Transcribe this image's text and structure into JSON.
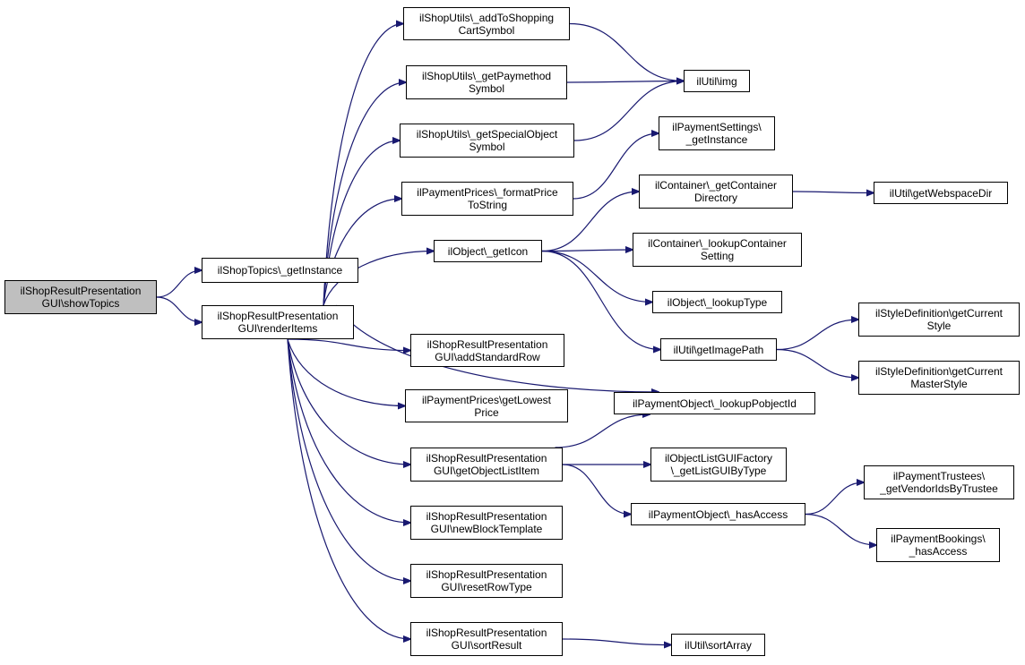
{
  "edge_color": "#191970",
  "nodes": [
    {
      "id": "n0",
      "lines": [
        "ilShopResultPresentation",
        "GUI\\showTopics"
      ],
      "root": true
    },
    {
      "id": "n1",
      "lines": [
        "ilShopTopics\\_getInstance"
      ]
    },
    {
      "id": "n2",
      "lines": [
        "ilShopResultPresentation",
        "GUI\\renderItems"
      ]
    },
    {
      "id": "n3",
      "lines": [
        "ilShopUtils\\_addToShopping",
        "CartSymbol"
      ]
    },
    {
      "id": "n4",
      "lines": [
        "ilShopUtils\\_getPaymethod",
        "Symbol"
      ]
    },
    {
      "id": "n5",
      "lines": [
        "ilShopUtils\\_getSpecialObject",
        "Symbol"
      ]
    },
    {
      "id": "n6",
      "lines": [
        "ilPaymentPrices\\_formatPrice",
        "ToString"
      ]
    },
    {
      "id": "n7",
      "lines": [
        "ilObject\\_getIcon"
      ]
    },
    {
      "id": "n8",
      "lines": [
        "ilShopResultPresentation",
        "GUI\\addStandardRow"
      ]
    },
    {
      "id": "n9",
      "lines": [
        "ilPaymentPrices\\getLowest",
        "Price"
      ]
    },
    {
      "id": "n10",
      "lines": [
        "ilShopResultPresentation",
        "GUI\\getObjectListItem"
      ]
    },
    {
      "id": "n11",
      "lines": [
        "ilShopResultPresentation",
        "GUI\\newBlockTemplate"
      ]
    },
    {
      "id": "n12",
      "lines": [
        "ilShopResultPresentation",
        "GUI\\resetRowType"
      ]
    },
    {
      "id": "n13",
      "lines": [
        "ilShopResultPresentation",
        "GUI\\sortResult"
      ]
    },
    {
      "id": "n14",
      "lines": [
        "ilUtil\\img"
      ]
    },
    {
      "id": "n15",
      "lines": [
        "ilPaymentSettings\\",
        "_getInstance"
      ]
    },
    {
      "id": "n16",
      "lines": [
        "ilContainer\\_getContainer",
        "Directory"
      ]
    },
    {
      "id": "n17",
      "lines": [
        "ilContainer\\_lookupContainer",
        "Setting"
      ]
    },
    {
      "id": "n18",
      "lines": [
        "ilObject\\_lookupType"
      ]
    },
    {
      "id": "n19",
      "lines": [
        "ilUtil\\getImagePath"
      ]
    },
    {
      "id": "n20",
      "lines": [
        "ilPaymentObject\\_lookupPobjectId"
      ]
    },
    {
      "id": "n21",
      "lines": [
        "ilObjectListGUIFactory",
        "\\_getListGUIByType"
      ]
    },
    {
      "id": "n22",
      "lines": [
        "ilPaymentObject\\_hasAccess"
      ]
    },
    {
      "id": "n23",
      "lines": [
        "ilUtil\\sortArray"
      ]
    },
    {
      "id": "n24",
      "lines": [
        "ilUtil\\getWebspaceDir"
      ]
    },
    {
      "id": "n25",
      "lines": [
        "ilStyleDefinition\\getCurrent",
        "Style"
      ]
    },
    {
      "id": "n26",
      "lines": [
        "ilStyleDefinition\\getCurrent",
        "MasterStyle"
      ]
    },
    {
      "id": "n27",
      "lines": [
        "ilPaymentTrustees\\",
        "_getVendorIdsByTrustee"
      ]
    },
    {
      "id": "n28",
      "lines": [
        "ilPaymentBookings\\",
        "_hasAccess"
      ]
    }
  ],
  "edges": [
    [
      "n0",
      "n1"
    ],
    [
      "n0",
      "n2"
    ],
    [
      "n2",
      "n3"
    ],
    [
      "n2",
      "n4"
    ],
    [
      "n2",
      "n5"
    ],
    [
      "n2",
      "n6"
    ],
    [
      "n2",
      "n7"
    ],
    [
      "n2",
      "n20"
    ],
    [
      "n2",
      "n8"
    ],
    [
      "n2",
      "n9"
    ],
    [
      "n2",
      "n10"
    ],
    [
      "n2",
      "n11"
    ],
    [
      "n2",
      "n12"
    ],
    [
      "n2",
      "n13"
    ],
    [
      "n3",
      "n14"
    ],
    [
      "n4",
      "n14"
    ],
    [
      "n5",
      "n14"
    ],
    [
      "n6",
      "n15"
    ],
    [
      "n7",
      "n16"
    ],
    [
      "n7",
      "n17"
    ],
    [
      "n7",
      "n18"
    ],
    [
      "n7",
      "n19"
    ],
    [
      "n16",
      "n24"
    ],
    [
      "n19",
      "n25"
    ],
    [
      "n19",
      "n26"
    ],
    [
      "n10",
      "n20"
    ],
    [
      "n10",
      "n21"
    ],
    [
      "n10",
      "n22"
    ],
    [
      "n22",
      "n27"
    ],
    [
      "n22",
      "n28"
    ],
    [
      "n13",
      "n23"
    ]
  ]
}
